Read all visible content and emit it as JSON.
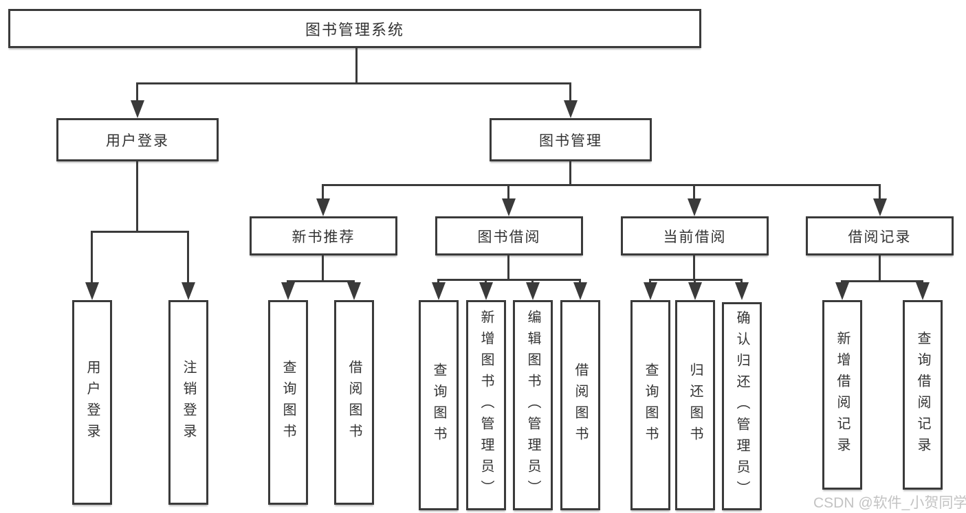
{
  "diagram": {
    "root": {
      "label": "图书管理系统"
    },
    "login": {
      "label": "用户登录",
      "children": [
        {
          "label": "用户登录"
        },
        {
          "label": "注销登录"
        }
      ]
    },
    "management": {
      "label": "图书管理",
      "sections": [
        {
          "label": "新书推荐",
          "children": [
            {
              "label": "查询图书"
            },
            {
              "label": "借阅图书"
            }
          ]
        },
        {
          "label": "图书借阅",
          "children": [
            {
              "label": "查询图书"
            },
            {
              "label": "新增图书（管理员）"
            },
            {
              "label": "编辑图书（管理员）"
            },
            {
              "label": "借阅图书"
            }
          ]
        },
        {
          "label": "当前借阅",
          "children": [
            {
              "label": "查询图书"
            },
            {
              "label": "归还图书"
            },
            {
              "label": "确认归还（管理员）"
            }
          ]
        },
        {
          "label": "借阅记录",
          "children": [
            {
              "label": "新增借阅记录"
            },
            {
              "label": "查询借阅记录"
            }
          ]
        }
      ]
    }
  },
  "watermark": {
    "text": "CSDN @软件_小贺同学"
  },
  "colors": {
    "line": "#3a3a3a",
    "box_border": "#3a3a3a",
    "text": "#333333",
    "watermark": "#c3c3c3",
    "background": "#ffffff"
  }
}
